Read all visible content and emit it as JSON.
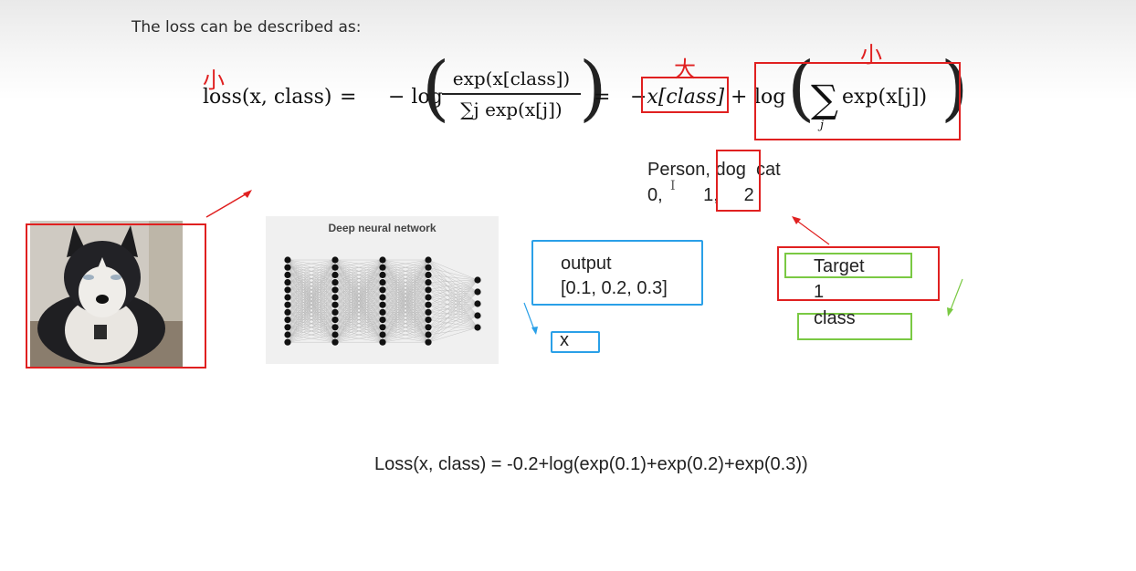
{
  "heading": "The loss can be described as:",
  "formula": {
    "lhs": "loss(x, class)",
    "equals": "=",
    "neg_log": "− log",
    "numerator": "exp(x[class])",
    "denominator": "∑j exp(x[j])",
    "equals2": "=",
    "term1": "−x[class]",
    "plus": "+",
    "log2": "log",
    "sigma": "∑",
    "sigma_sub": "j",
    "exp_term": "exp(x[j])"
  },
  "annotations": {
    "small_left": "小",
    "big": "大",
    "small_right": "小"
  },
  "classes_line1": "Person, dog  cat",
  "classes_line2": "0,        1,     2",
  "cursor_glyph": "I",
  "network_title": "Deep neural network",
  "output": {
    "label": "output",
    "values": "[0.1, 0.2, 0.3]"
  },
  "x_label": "x",
  "target": {
    "label": "Target",
    "value": "1",
    "class_label": "class"
  },
  "loss_example": "Loss(x, class) = -0.2+log(exp(0.1)+exp(0.2)+exp(0.3))",
  "colors": {
    "red": "#e02020",
    "blue": "#2aa0e8",
    "green": "#7ac943"
  }
}
